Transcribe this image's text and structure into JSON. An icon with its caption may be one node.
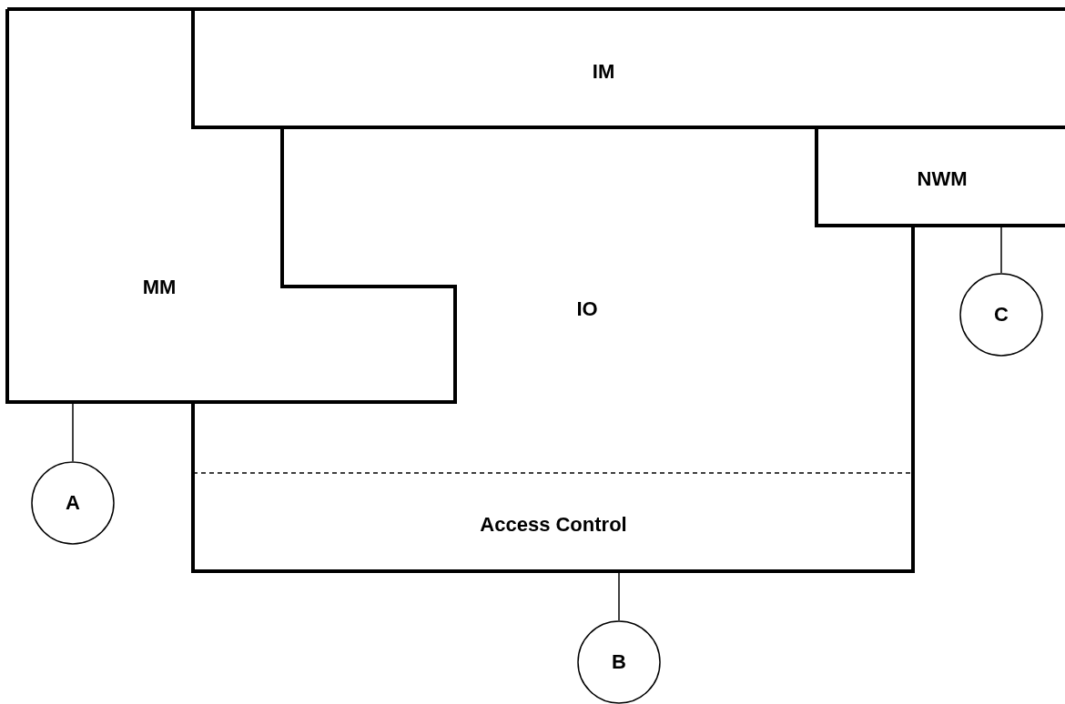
{
  "diagram": {
    "nodes": [
      {
        "text": [
          "IM"
        ]
      },
      {
        "text": [
          "MM"
        ]
      },
      {
        "text": [
          "IO"
        ]
      },
      {
        "text": [
          "Access Control"
        ],
        "in": 2
      },
      {
        "text": [
          "NWM"
        ]
      },
      {
        "text": [
          "A"
        ]
      },
      {
        "text": [
          "B"
        ]
      },
      {
        "text": [
          "C"
        ]
      }
    ],
    "edges": [
      {
        "from": 5,
        "to": 1,
        "arrow": "none"
      },
      {
        "from": 6,
        "to": 3,
        "arrow": "none"
      },
      {
        "from": 7,
        "to": 4,
        "arrow": "none"
      }
    ]
  }
}
